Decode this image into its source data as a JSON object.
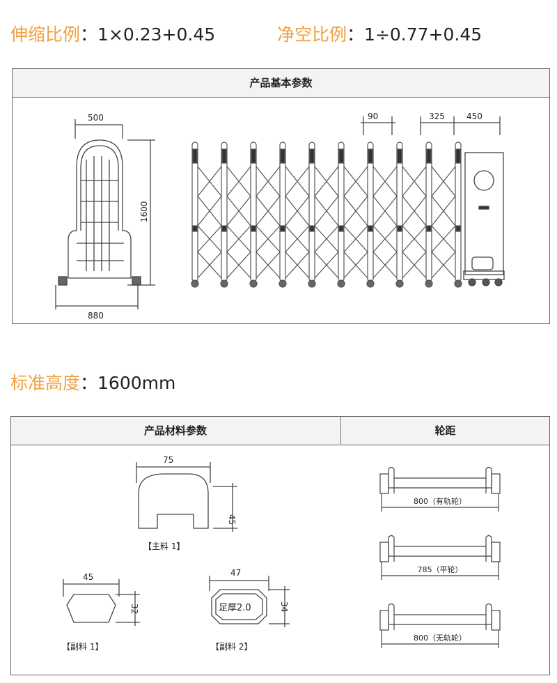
{
  "ratios": {
    "telescopic": {
      "label": "伸缩比例",
      "value": "：1×0.23+0.45"
    },
    "clearance": {
      "label": "净空比例",
      "value": "：1÷0.77+0.45"
    }
  },
  "basic_params": {
    "title": "产品基本参数",
    "front_view": {
      "width_top": "500",
      "height": "1600",
      "width_bottom": "880"
    },
    "gate_view": {
      "pitch": "90",
      "gap": "325",
      "head_width": "450"
    }
  },
  "standard_height": {
    "label": "标准高度",
    "value": "：1600mm"
  },
  "material_params": {
    "title": "产品材料参数",
    "main": {
      "width": "75",
      "height": "45",
      "caption": "【主料 1】"
    },
    "sub1": {
      "width": "45",
      "height": "32",
      "caption": "【副料 1】"
    },
    "sub2": {
      "width": "47",
      "height": "34",
      "inner_text": "足厚2.0",
      "caption": "【副料 2】"
    }
  },
  "wheelbase": {
    "title": "轮距",
    "items": [
      {
        "label": "800（有轨轮）"
      },
      {
        "label": "785（平轮）"
      },
      {
        "label": "800（无轨轮）"
      }
    ]
  }
}
